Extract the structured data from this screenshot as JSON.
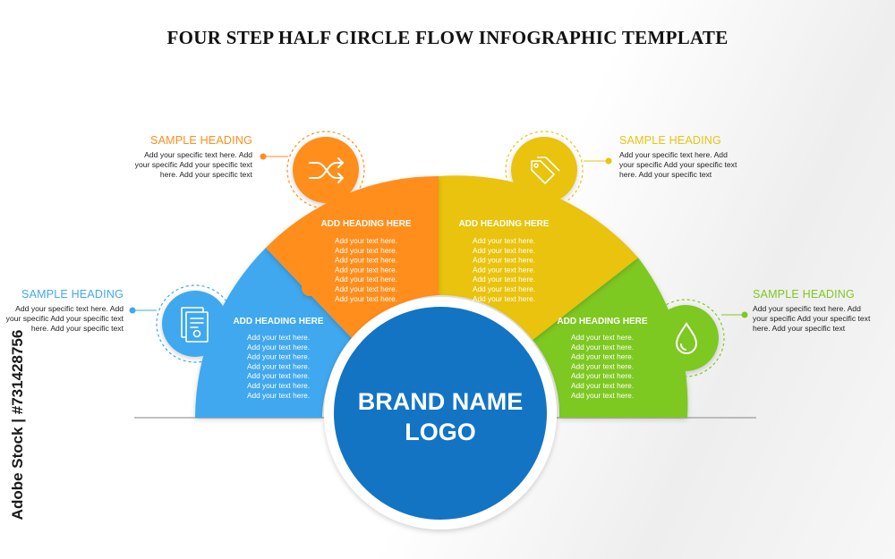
{
  "title": "FOUR STEP HALF CIRCLE FLOW INFOGRAPHIC TEMPLATE",
  "colors": {
    "blue": "#3FA8EE",
    "orange": "#FF8E1B",
    "yellow": "#E9C310",
    "green": "#7EC820",
    "brand_circle": "#1374C4"
  },
  "center": {
    "line1": "BRAND NAME",
    "line2": "LOGO"
  },
  "steps": [
    {
      "segment_heading": "ADD HEADING HERE",
      "segment_text": [
        "Add your text here.",
        "Add your text here.",
        "Add your text here.",
        "Add your text here.",
        "Add your text here.",
        "Add your text here.",
        "Add your text here."
      ],
      "icon": "certificate-icon",
      "callout": {
        "heading": "SAMPLE HEADING",
        "text": [
          "Add your specific text here. Add",
          "your specific Add your specific text",
          "here. Add your specific text"
        ]
      }
    },
    {
      "segment_heading": "ADD HEADING HERE",
      "segment_text": [
        "Add your text here.",
        "Add your text here.",
        "Add your text here.",
        "Add your text here.",
        "Add your text here.",
        "Add your text here.",
        "Add your text here."
      ],
      "icon": "shuffle-icon",
      "callout": {
        "heading": "SAMPLE HEADING",
        "text": [
          "Add your specific text here. Add",
          "your specific Add your specific text",
          "here. Add your specific text"
        ]
      }
    },
    {
      "segment_heading": "ADD HEADING HERE",
      "segment_text": [
        "Add your text here.",
        "Add your text here.",
        "Add your text here.",
        "Add your text here.",
        "Add your text here.",
        "Add your text here.",
        "Add your text here."
      ],
      "icon": "price-tag-icon",
      "callout": {
        "heading": "SAMPLE HEADING",
        "text": [
          "Add your specific text here. Add",
          "your specific Add your specific text",
          "here. Add your specific text"
        ]
      }
    },
    {
      "segment_heading": "ADD HEADING HERE",
      "segment_text": [
        "Add your text here.",
        "Add your text here.",
        "Add your text here.",
        "Add your text here.",
        "Add your text here.",
        "Add your text here.",
        "Add your text here."
      ],
      "icon": "water-drop-icon",
      "callout": {
        "heading": "SAMPLE HEADING",
        "text": [
          "Add your specific text here. Add",
          "your specific Add your specific text",
          "here. Add your specific text"
        ]
      }
    }
  ],
  "side_mark": "Adobe Stock | #731428756"
}
